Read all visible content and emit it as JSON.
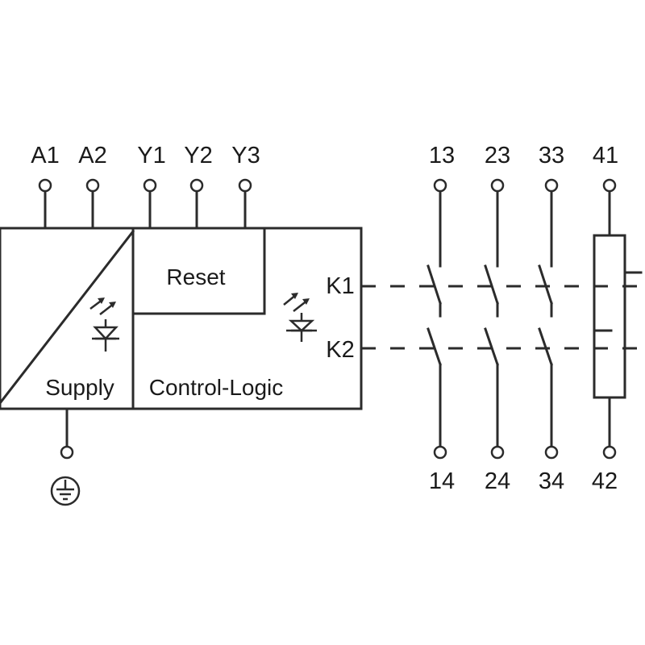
{
  "terminals": {
    "a1": "A1",
    "a2": "A2",
    "y1": "Y1",
    "y2": "Y2",
    "y3": "Y3",
    "t13": "13",
    "t23": "23",
    "t33": "33",
    "t41": "41",
    "t14": "14",
    "t24": "24",
    "t34": "34",
    "t42": "42"
  },
  "blocks": {
    "reset": "Reset",
    "supply": "Supply",
    "control_logic": "Control-Logic"
  },
  "relays": {
    "k1": "K1",
    "k2": "K2"
  },
  "icons": [
    "led-icon",
    "ground-icon",
    "normally-open-contact-icon",
    "normally-closed-contact-icon"
  ]
}
